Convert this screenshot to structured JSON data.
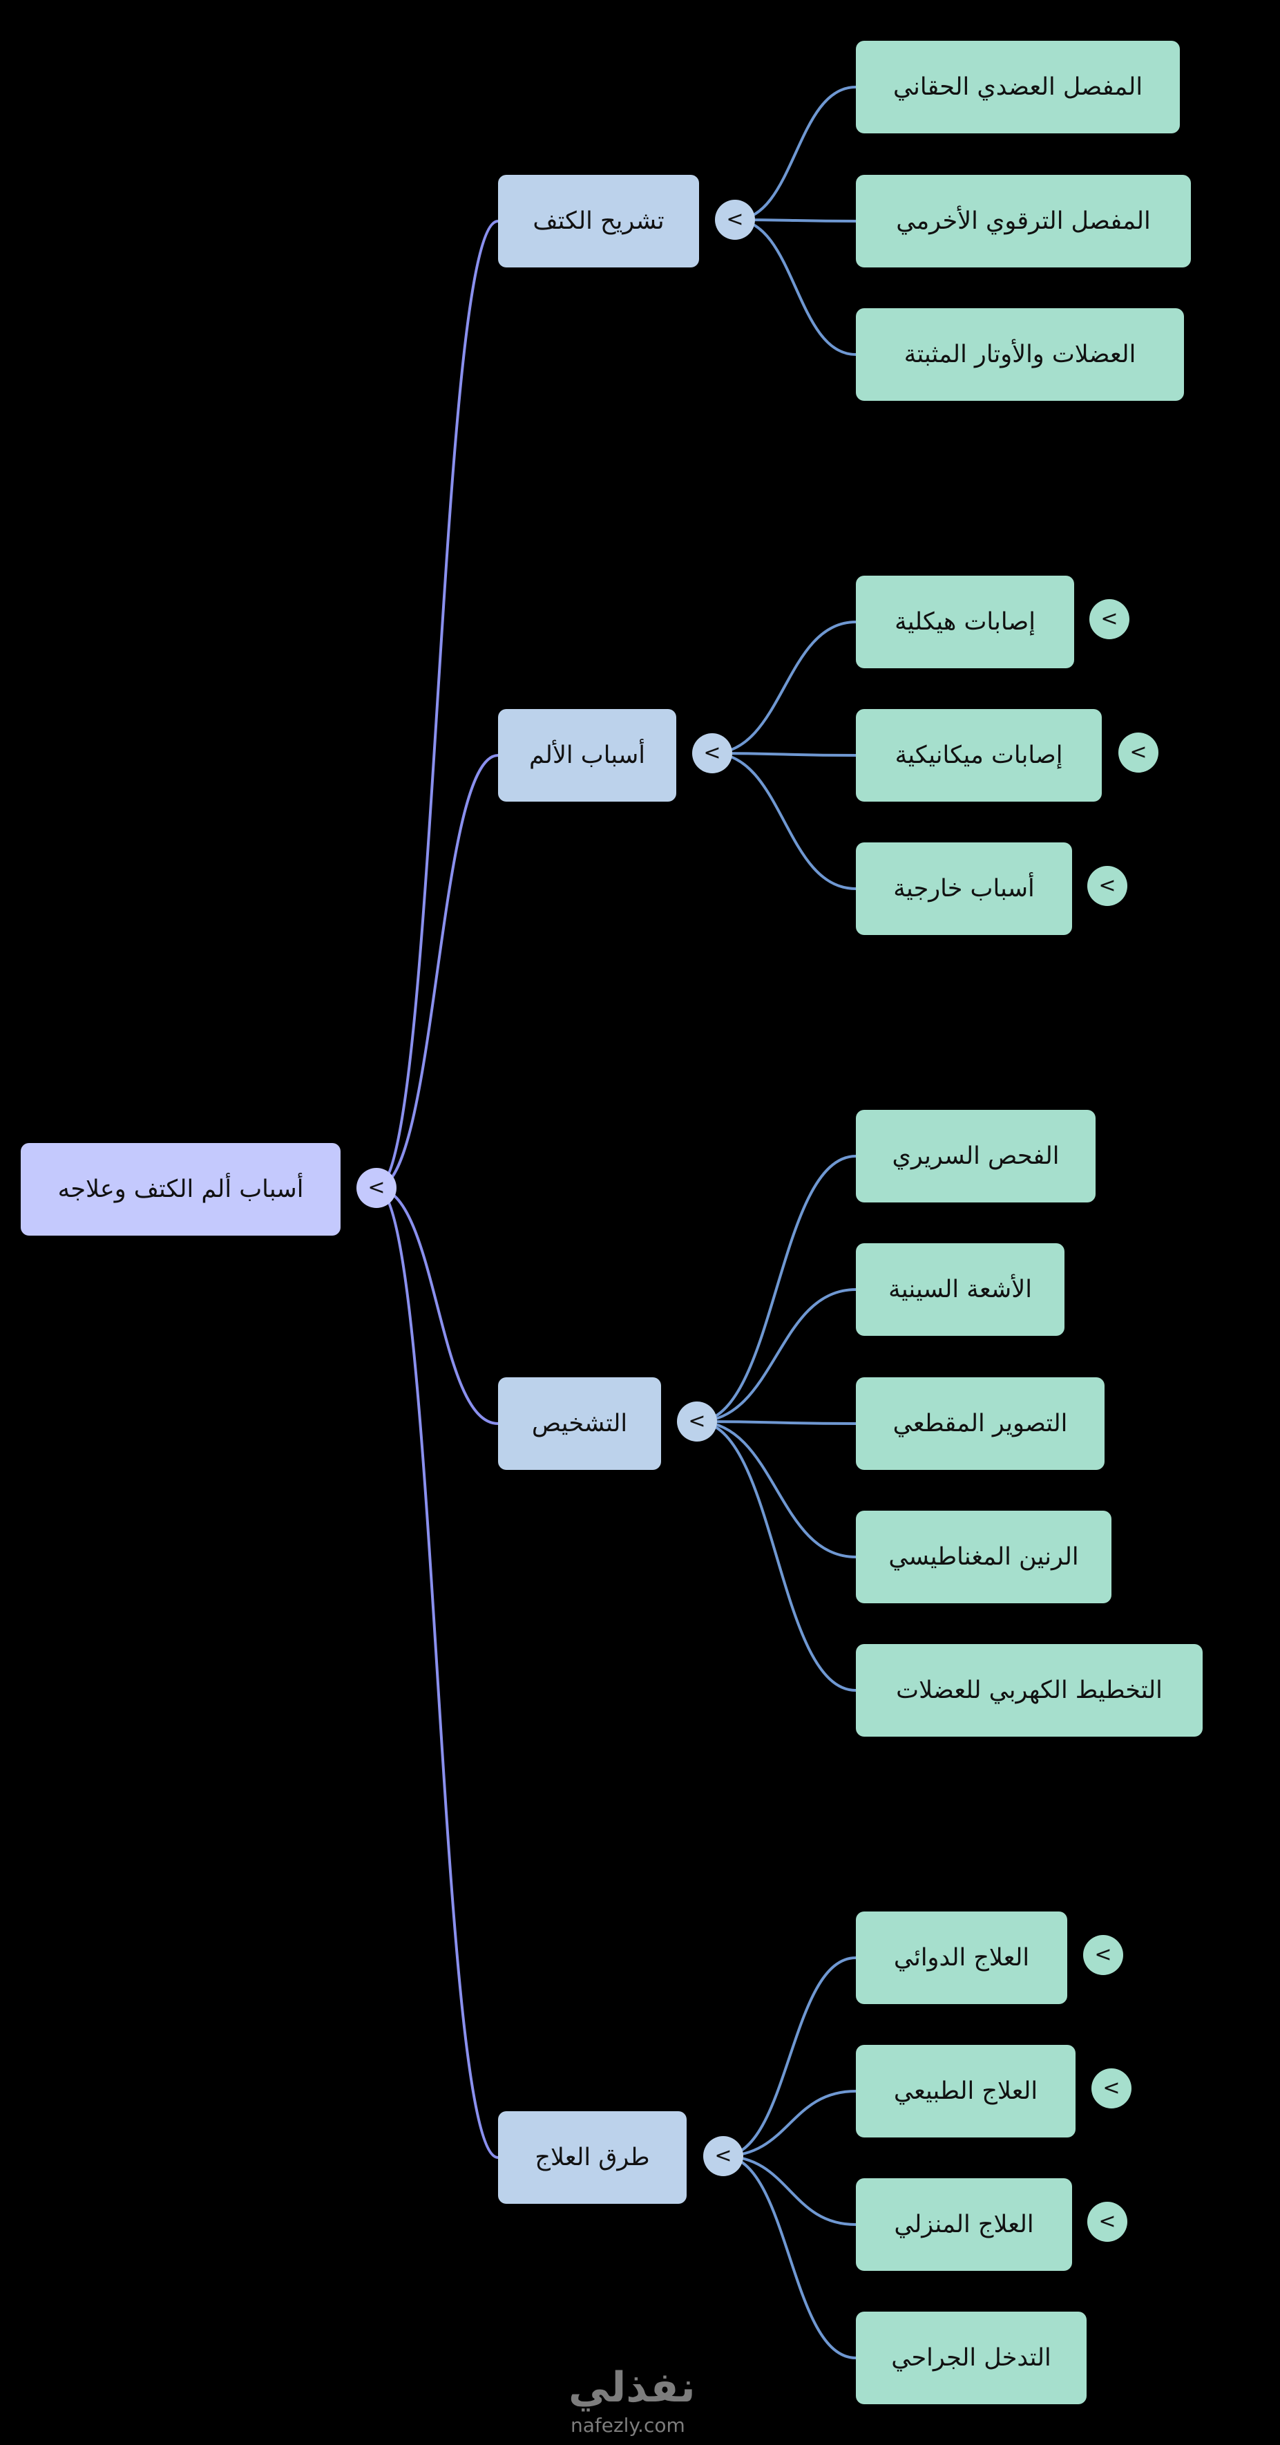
{
  "root": {
    "label": "أسباب ألم الكتف وعلاجه",
    "toggle": "<"
  },
  "branches": [
    {
      "label": "تشريح الكتف",
      "toggle": "<",
      "children": [
        {
          "label": "المفصل العضدي الحقاني"
        },
        {
          "label": "المفصل الترقوي الأخرمي"
        },
        {
          "label": "العضلات والأوتار المثبتة"
        }
      ]
    },
    {
      "label": "أسباب الألم",
      "toggle": "<",
      "children": [
        {
          "label": "إصابات هيكلية",
          "toggle": "<"
        },
        {
          "label": "إصابات ميكانيكية",
          "toggle": "<"
        },
        {
          "label": "أسباب خارجية",
          "toggle": "<"
        }
      ]
    },
    {
      "label": "التشخيص",
      "toggle": "<",
      "children": [
        {
          "label": "الفحص السريري"
        },
        {
          "label": "الأشعة السينية"
        },
        {
          "label": "التصوير المقطعي"
        },
        {
          "label": "الرنين المغناطيسي"
        },
        {
          "label": "التخطيط الكهربي للعضلات"
        }
      ]
    },
    {
      "label": "طرق العلاج",
      "toggle": "<",
      "children": [
        {
          "label": "العلاج الدوائي",
          "toggle": "<"
        },
        {
          "label": "العلاج الطبيعي",
          "toggle": "<"
        },
        {
          "label": "العلاج المنزلي",
          "toggle": "<"
        },
        {
          "label": "التدخل الجراحي"
        }
      ]
    }
  ],
  "colors": {
    "background": "#000000",
    "root_fill": "#c4c9fd",
    "branch_fill": "#bcd2eb",
    "leaf_fill": "#a6dfcd",
    "root_edge": "#8a90ee",
    "branch_edge": "#6f98d2"
  },
  "watermark": {
    "arabic": "نفذلي",
    "latin": "nafezly.com"
  }
}
